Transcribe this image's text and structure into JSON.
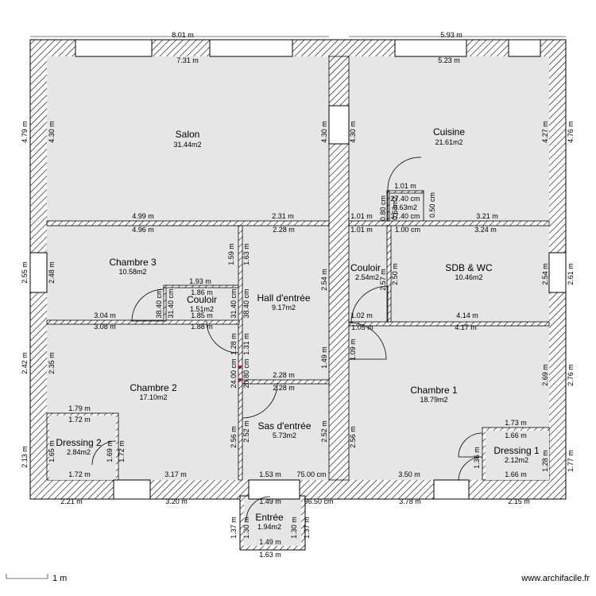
{
  "rooms": [
    {
      "id": "salon",
      "name": "Salon",
      "area": "31.44m2"
    },
    {
      "id": "cuisine",
      "name": "Cuisine",
      "area": "21.61m2"
    },
    {
      "id": "chambre3",
      "name": "Chambre 3",
      "area": "10.58m2"
    },
    {
      "id": "couloir1",
      "name": "Couloir",
      "area": "1.51m2"
    },
    {
      "id": "hall",
      "name": "Hall d'entrée",
      "area": "9.17m2"
    },
    {
      "id": "couloir2",
      "name": "Couloir",
      "area": "2.54m2"
    },
    {
      "id": "sdb",
      "name": "SDB & WC",
      "area": "10.46m2"
    },
    {
      "id": "chambre2",
      "name": "Chambre 2",
      "area": "17.10m2"
    },
    {
      "id": "chambre1",
      "name": "Chambre 1",
      "area": "18.79m2"
    },
    {
      "id": "sas",
      "name": "Sas d'entrée",
      "area": "5.73m2"
    },
    {
      "id": "dressing2",
      "name": "Dressing 2",
      "area": "2.84m2"
    },
    {
      "id": "dressing1",
      "name": "Dressing 1",
      "area": "2.12m2"
    },
    {
      "id": "entree",
      "name": "Entrée",
      "area": "1.94m2"
    },
    {
      "id": "placard",
      "name": "",
      "area": "0.63m2"
    }
  ],
  "dimensions": {
    "top_left_outer": "8.01 m",
    "top_left_inner": "7.31 m",
    "top_right_outer": "5.93 m",
    "top_right_inner": "5.23 m",
    "left_top_outer": "4.79 m",
    "left_top_inner": "4.30 m",
    "salon_right": "4.30 m",
    "cuisine_left": "4.30 m",
    "cuisine_right": "4.27 m",
    "right_top_outer": "4.76 m",
    "salon_bottom_a": "4.99 m",
    "salon_bottom_b": "2.31 m",
    "ch3_top": "4.96 m",
    "hall_top": "2.28 m",
    "cuisine_bottom_a": "1.01 m",
    "cuisine_bottom_b": "3.21 m",
    "couloir2_top": "1.01 m",
    "sdb_top_a": "1.00 cm",
    "sdb_top_b": "3.24 m",
    "placard_w": "1.01 m",
    "placard_a": "27.40 cm",
    "placard_b": "37.40 cm",
    "placard_h1": "0.80 cm",
    "placard_h2": "0.50 cm",
    "placard_h3": "0.63m2",
    "left_mid_outer": "2.55 m",
    "left_mid_inner": "2.48 m",
    "ch3_h_a": "1.59 m",
    "ch3_h_b": "1.63 m",
    "couloir1_top": "1.93 m",
    "couloir1_top_in": "1.86 m",
    "couloir1_h_a": "38.40 cm",
    "couloir1_h_b": "31.40 cm",
    "couloir1_h_c": "31.40 cm",
    "couloir1_h_d": "38.40 cm",
    "couloir1_bottom_a": "1.85 m",
    "couloir1_bottom_b": "1.88 m",
    "ch3_bottom": "3.04 m",
    "ch2_top": "3.08 m",
    "hall_h": "2.54 m",
    "hall_h2": "1.49 m",
    "couloir2_h_a": "2.57 m",
    "couloir2_h_b": "2.50 m",
    "sdb_h": "2.54 m",
    "right_mid_outer": "2.61 m",
    "couloir2_bottom": "1.02 m",
    "sdb_bottom": "4.14 m",
    "ch1_top_a": "1.05 m",
    "ch1_top_b": "4.17 m",
    "corr_a": "1.28 m",
    "corr_b": "1.31 m",
    "corr_c": "24.00 cm",
    "corr_d": "20.80 cm",
    "hall_bottom": "2.28 m",
    "sas_top": "2.28 m",
    "left_low_outer": "2.42 m",
    "left_low_inner": "2.35 m",
    "ch1_door_h": "1.09 m",
    "ch1_right": "2.69 m",
    "right_low_outer": "2.76 m",
    "d2_top_a": "1.79 m",
    "d2_top_b": "1.72 m",
    "d2_h_a": "1.65 m",
    "d2_h_b": "1.69 m",
    "d2_h_c": "1.72 m",
    "left_base_outer": "2.13 m",
    "sas_h_a": "2.56 m",
    "sas_h_b": "2.52 m",
    "sas_h_c": "2.52 m",
    "ch1_h": "2.56 m",
    "d1_top_a": "1.73 m",
    "d1_top_b": "1.66 m",
    "d1_h_a": "1.36 m",
    "d1_h_b": "1.28 m",
    "right_base_outer": "1.77 m",
    "d2_bottom": "1.72 m",
    "ch2_bottom": "3.17 m",
    "sas_bottom_a": "1.53 m",
    "sas_bottom_b": "75.00 cm",
    "ch1_bottom": "3.50 m",
    "d1_bottom": "1.66 m",
    "bot_a": "2.21 m",
    "bot_b": "3.20 m",
    "bot_c": "1.49 m",
    "bot_d": "96.50 cm",
    "bot_e": "3.78 m",
    "bot_f": "2.15 m",
    "entree_h_a": "1.37 m",
    "entree_h_b": "1.30 m",
    "entree_h_c": "1.30 m",
    "entree_h_d": "1.37 m",
    "entree_bottom_in": "1.49 m",
    "entree_bottom_out": "1.63 m"
  },
  "scale_label": "1 m",
  "watermark": "www.archifacile.fr",
  "colors": {
    "room_fill": "#e6e6e6",
    "wall_stroke": "#000000",
    "marker": "#cc0000"
  }
}
